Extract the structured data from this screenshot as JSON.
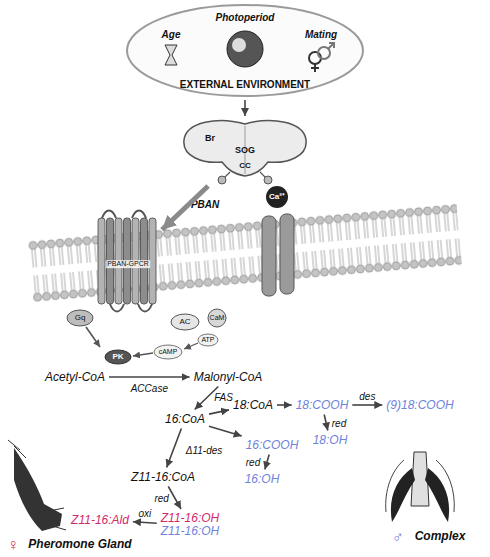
{
  "diagram": {
    "nodes": [
      {
        "text": [
          "Photoperiod",
          "Age",
          "Mating",
          "EXTERNAL ENVIRONMENT"
        ]
      },
      {
        "text": [
          "Br",
          "SOG",
          "CC"
        ]
      },
      {
        "text": [
          "PBAN-GPCR"
        ]
      },
      {
        "text": [
          "Acetyl-CoA"
        ]
      },
      {
        "text": [
          "Malonyl-CoA"
        ]
      },
      {
        "text": [
          "16:CoA"
        ]
      },
      {
        "text": [
          "18:CoA"
        ]
      },
      {
        "text": [
          "18:COOH"
        ]
      },
      {
        "text": [
          "(9)18:COOH"
        ]
      },
      {
        "text": [
          "16:COOH"
        ]
      },
      {
        "text": [
          "18:OH"
        ]
      },
      {
        "text": [
          "16:OH"
        ]
      },
      {
        "text": [
          "Z11-16:CoA"
        ]
      },
      {
        "text": [
          "Z11-16:OH",
          "Z11-16:OH"
        ]
      },
      {
        "text": [
          "Z11-16:Ald"
        ]
      }
    ],
    "edges": [
      {
        "from": 0,
        "to": 1,
        "arrow": "to"
      },
      {
        "from": 1,
        "to": 2,
        "label": "PBAN",
        "arrow": "to"
      },
      {
        "from": 3,
        "to": 4,
        "label": "ACCase",
        "arrow": "to"
      },
      {
        "from": 4,
        "to": 5,
        "label": "FAS",
        "arrow": "to"
      },
      {
        "from": 5,
        "to": 6,
        "arrow": "to"
      },
      {
        "from": 6,
        "to": 7,
        "arrow": "to"
      },
      {
        "from": 7,
        "to": 8,
        "label": "des",
        "arrow": "to"
      },
      {
        "from": 7,
        "to": 10,
        "label": "red",
        "arrow": "to"
      },
      {
        "from": 5,
        "to": 9,
        "arrow": "to"
      },
      {
        "from": 9,
        "to": 11,
        "label": "red",
        "arrow": "to"
      },
      {
        "from": 5,
        "to": 12,
        "label": "Δ11-des",
        "arrow": "to"
      },
      {
        "from": 12,
        "to": 13,
        "label": "red",
        "arrow": "to"
      },
      {
        "from": 13,
        "to": 14,
        "label": "oxi",
        "arrow": "to"
      }
    ],
    "labels": [
      "Ca²⁺",
      "Gq",
      "AC",
      "CaM",
      "ATP",
      "cAMP",
      "PK",
      "♀",
      "Pheromone Gland",
      "♂",
      "Complex"
    ]
  }
}
